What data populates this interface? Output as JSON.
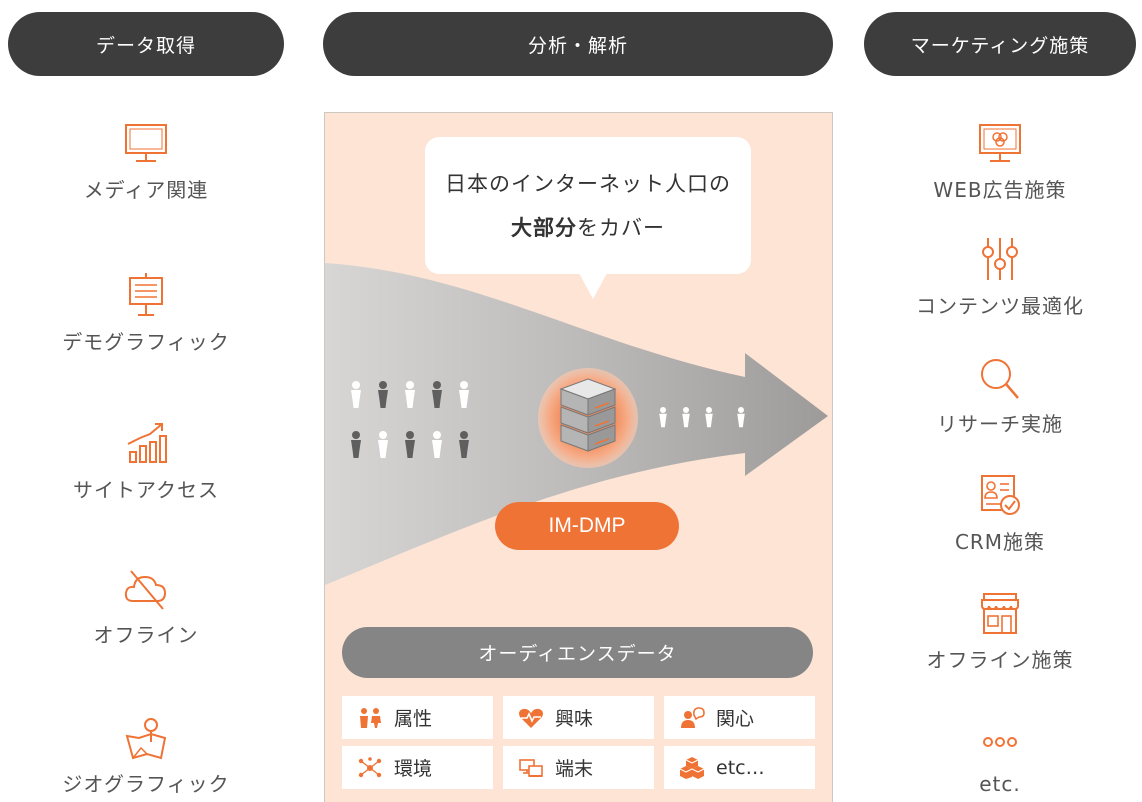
{
  "headers": {
    "left": "データ取得",
    "center": "分析・解析",
    "right": "マーケティング施策"
  },
  "left_items": [
    {
      "label": "メディア関連",
      "icon": "monitor-icon"
    },
    {
      "label": "デモグラフィック",
      "icon": "presentation-board-icon"
    },
    {
      "label": "サイトアクセス",
      "icon": "bar-chart-growth-icon"
    },
    {
      "label": "オフライン",
      "icon": "cloud-off-icon"
    },
    {
      "label": "ジオグラフィック",
      "icon": "map-pin-icon"
    }
  ],
  "right_items": [
    {
      "label": "WEB広告施策",
      "icon": "web-ad-monitor-icon"
    },
    {
      "label": "コンテンツ最適化",
      "icon": "sliders-icon"
    },
    {
      "label": "リサーチ実施",
      "icon": "magnifier-icon"
    },
    {
      "label": "CRM施策",
      "icon": "crm-card-icon"
    },
    {
      "label": "オフライン施策",
      "icon": "storefront-icon"
    },
    {
      "label": "etc.",
      "icon": "more-dots-icon"
    }
  ],
  "center": {
    "bubble_line1": "日本のインターネット人口の",
    "bubble_line2_bold": "大部分",
    "bubble_line2_rest": "をカバー",
    "dmp_label": "IM-DMP",
    "audience_label": "オーディエンスデータ",
    "tiles": [
      {
        "label": "属性",
        "icon": "people-icon"
      },
      {
        "label": "興味",
        "icon": "heart-pulse-icon"
      },
      {
        "label": "関心",
        "icon": "person-thought-icon"
      },
      {
        "label": "環境",
        "icon": "network-icon"
      },
      {
        "label": "端末",
        "icon": "devices-icon"
      },
      {
        "label": "etc…",
        "icon": "cubes-icon"
      }
    ]
  },
  "colors": {
    "accent_orange": "#f07336",
    "header_dark": "#3d3d3d",
    "panel_bg": "#fde4d5",
    "audience_grey": "#858585"
  }
}
